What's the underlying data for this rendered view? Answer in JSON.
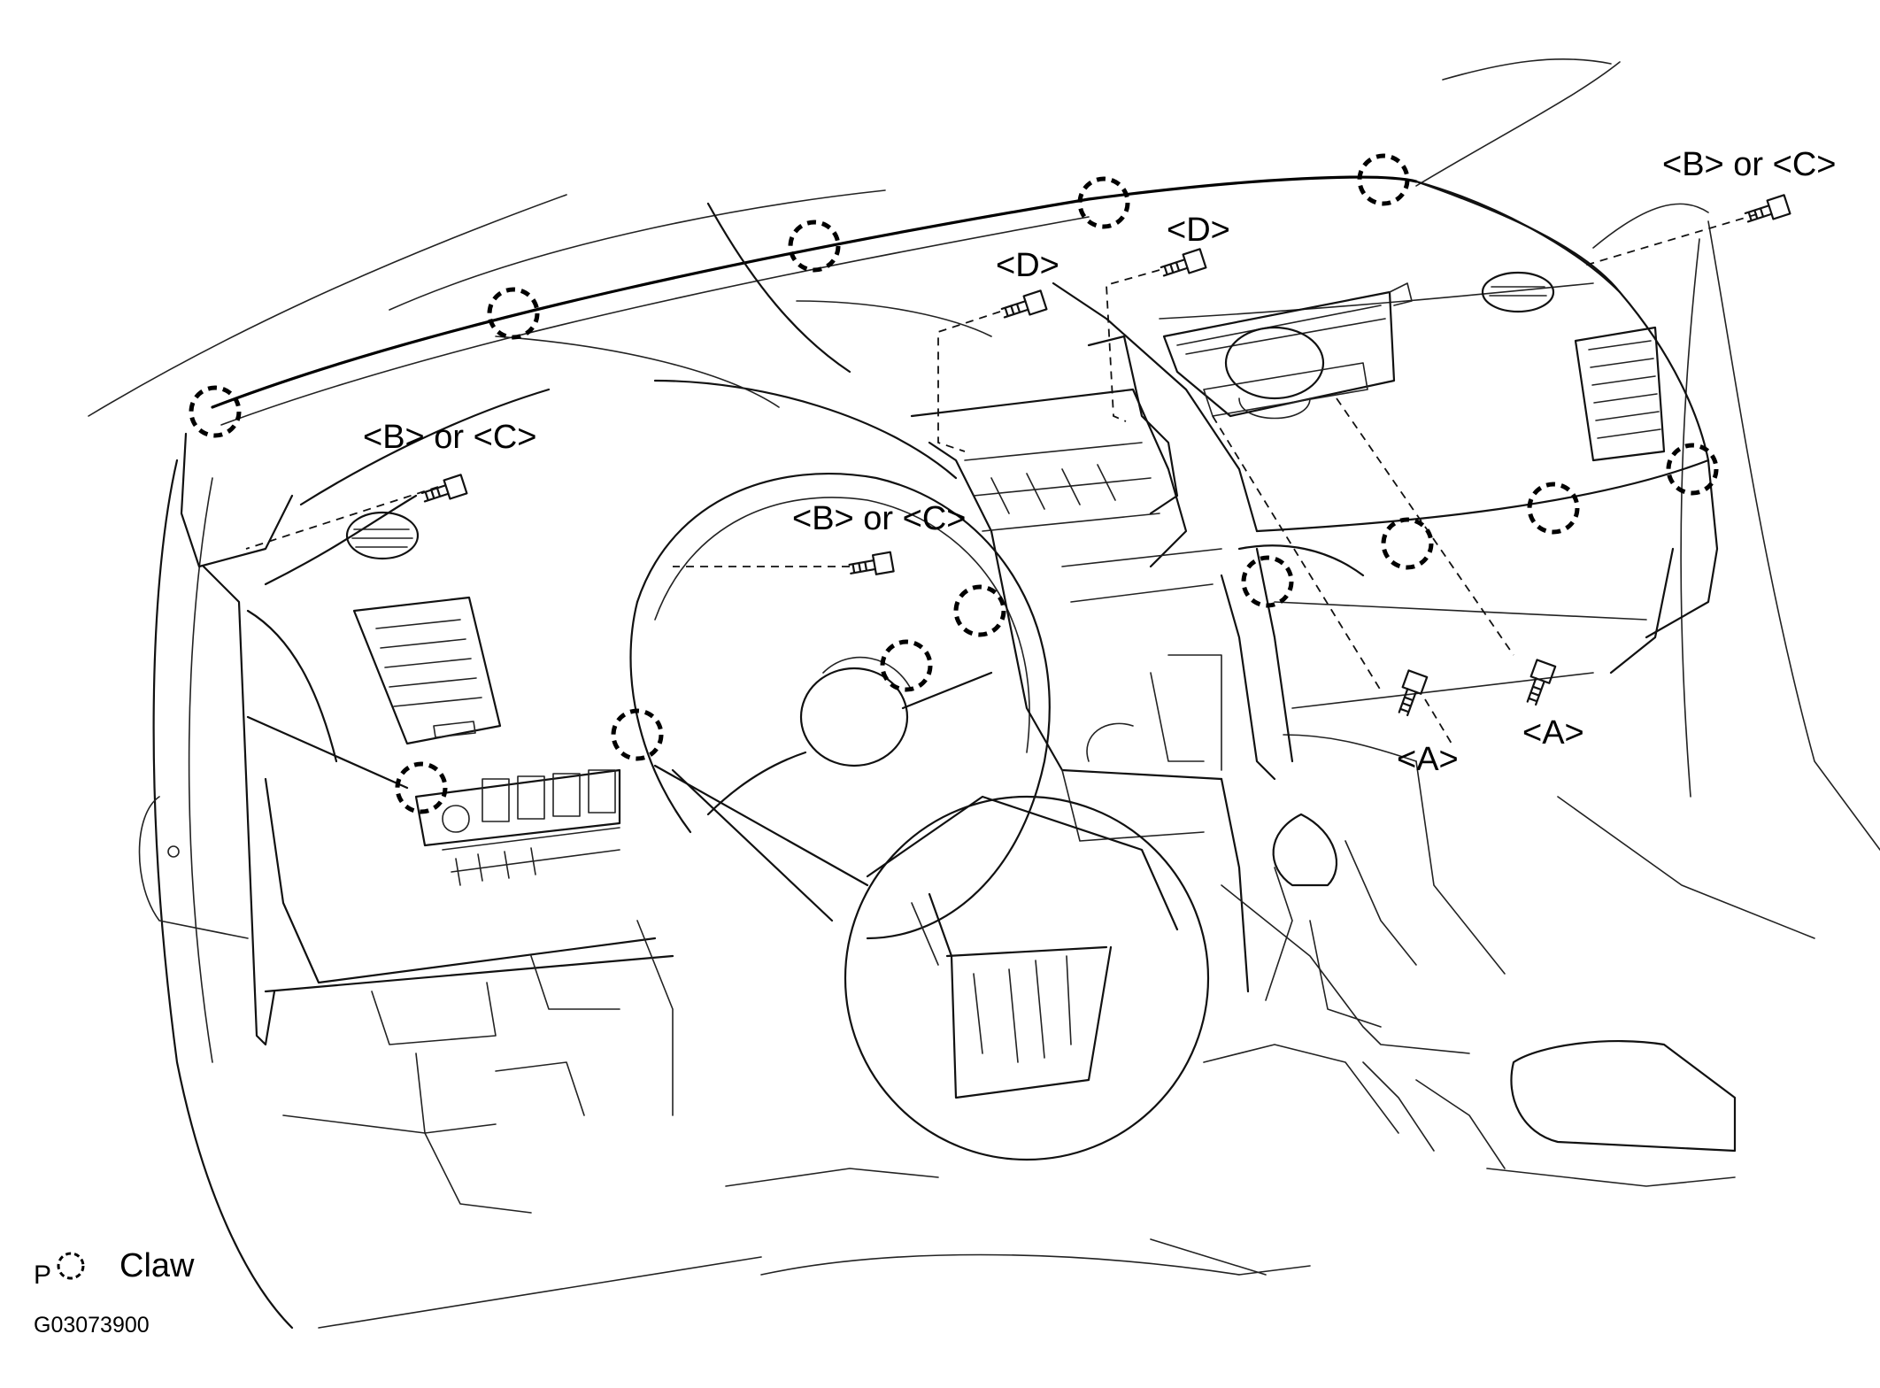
{
  "labels": {
    "bc_top_right": "<B> or <C>",
    "bc_left": "<B> or <C>",
    "bc_center": "<B> or <C>",
    "d_left": "<D>",
    "d_right": "<D>",
    "a_left": "<A>",
    "a_right": "<A>"
  },
  "legend": {
    "prefix": "P",
    "text": "Claw"
  },
  "figure_id": "G03073900"
}
